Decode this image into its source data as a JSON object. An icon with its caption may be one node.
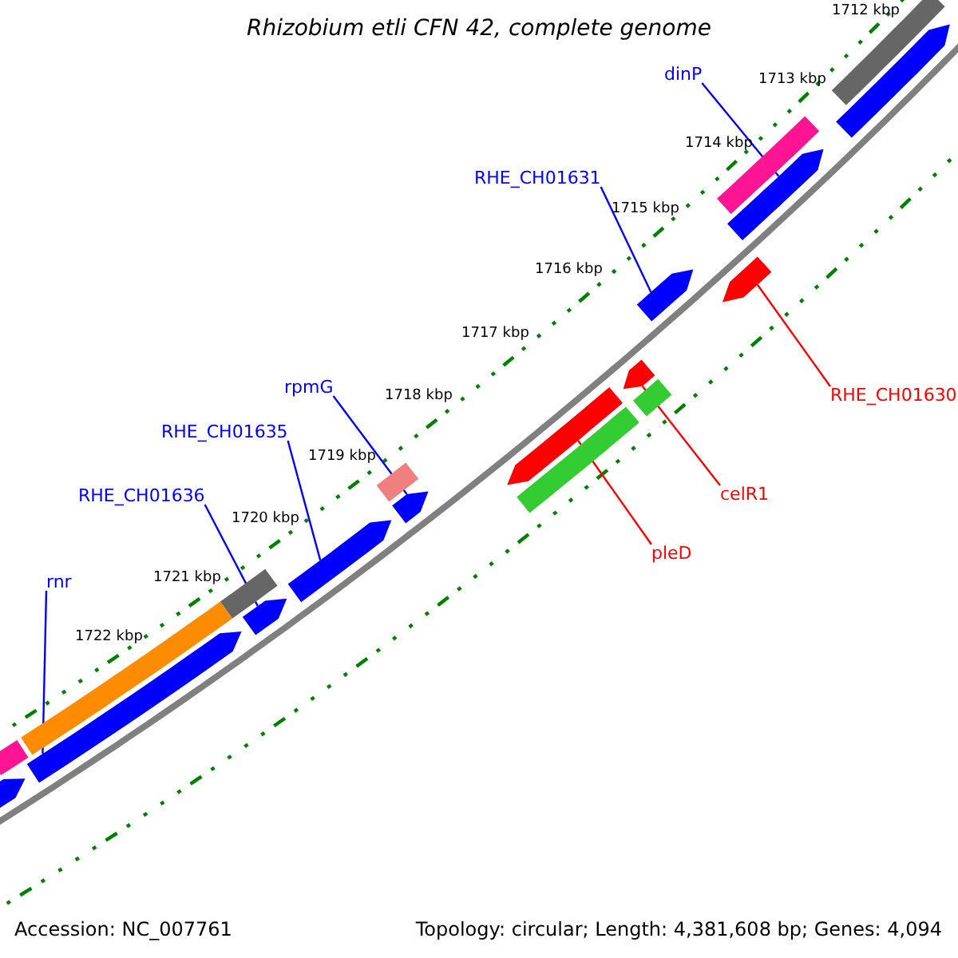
{
  "diagram": {
    "title": "Rhizobium etli CFN 42, complete genome",
    "nodes": [
      {
        "text": [
          "dinP"
        ]
      },
      {
        "text": [
          "RHE_CH01631"
        ]
      },
      {
        "text": [
          "rpmG"
        ]
      },
      {
        "text": [
          "RHE_CH01630"
        ]
      },
      {
        "text": [
          "RHE_CH01635"
        ]
      },
      {
        "text": [
          "celR1"
        ]
      },
      {
        "text": [
          "RHE_CH01636"
        ]
      },
      {
        "text": [
          "pleD"
        ]
      },
      {
        "text": [
          "rnr"
        ]
      },
      {
        "text": [],
        "shape": "arrow"
      },
      {
        "text": [],
        "shape": "arrow"
      },
      {
        "text": [],
        "shape": "arrow"
      },
      {
        "text": [],
        "shape": "arrow"
      },
      {
        "text": [],
        "shape": "arrow"
      },
      {
        "text": [],
        "shape": "arrow"
      },
      {
        "text": [],
        "shape": "arrow"
      },
      {
        "text": [],
        "shape": "arrow"
      },
      {
        "text": [],
        "shape": "arrow"
      },
      {
        "text": [],
        "shape": "bar"
      },
      {
        "text": [],
        "shape": "arrow"
      },
      {
        "text": [],
        "shape": "bar"
      },
      {
        "text": [],
        "shape": "bar"
      },
      {
        "text": [],
        "shape": "bar"
      },
      {
        "text": [],
        "shape": "bar"
      },
      {
        "text": [],
        "shape": "bar"
      },
      {
        "text": [],
        "shape": "bar"
      },
      {
        "text": [],
        "shape": "bar"
      },
      {
        "text": [],
        "shape": "arrow"
      }
    ],
    "edges": [
      {
        "from": 0,
        "to": 9,
        "arrow": "none"
      },
      {
        "from": 1,
        "to": 10,
        "arrow": "none"
      },
      {
        "from": 2,
        "to": 11,
        "arrow": "none"
      },
      {
        "from": 3,
        "to": 12,
        "arrow": "none",
        "color": "#ff0000"
      },
      {
        "from": 4,
        "to": 13,
        "arrow": "none"
      },
      {
        "from": 5,
        "to": 14,
        "arrow": "none",
        "color": "#ff0000"
      },
      {
        "from": 6,
        "to": 15,
        "arrow": "none"
      },
      {
        "from": 7,
        "to": 16,
        "arrow": "none",
        "color": "#ff0000"
      },
      {
        "from": 8,
        "to": 17,
        "arrow": "none"
      }
    ],
    "labels": [
      "1712 kbp",
      "1713 kbp",
      "1714 kbp",
      "1715 kbp",
      "1716 kbp",
      "1717 kbp",
      "1718 kbp",
      "1719 kbp",
      "1720 kbp",
      "1721 kbp",
      "1722 kbp",
      "Accession: NC_007761",
      "Topology: circular; Length: 4,381,608 bp; Genes: 4,094"
    ]
  }
}
